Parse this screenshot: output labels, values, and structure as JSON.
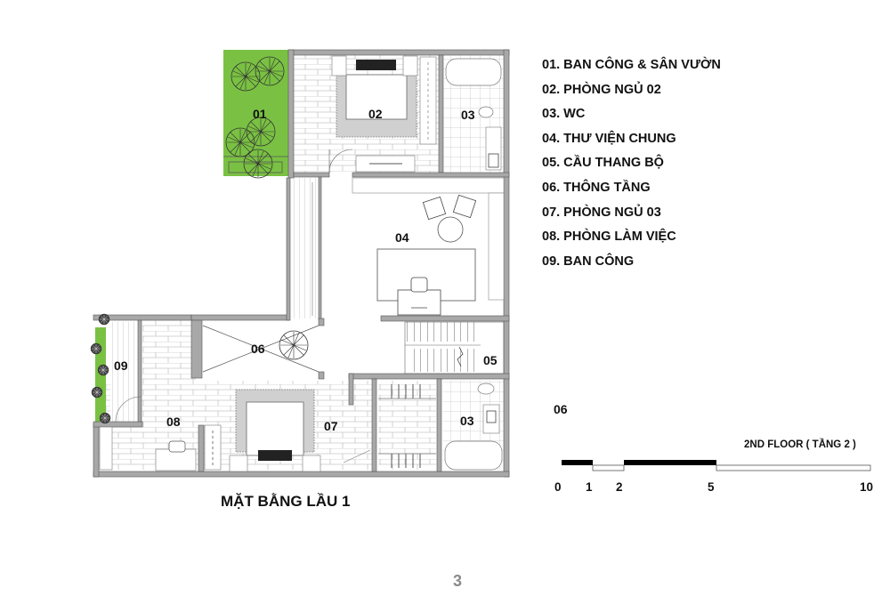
{
  "legend": {
    "items": [
      "01. BAN CÔNG & SÂN VƯỜN",
      "02. PHÒNG NGỦ 02",
      "03. WC",
      "04. THƯ VIỆN CHUNG",
      "05. CẦU THANG BỘ",
      "06. THÔNG TẦNG",
      "07. PHÒNG NGỦ 03",
      "08. PHÒNG LÀM VIỆC",
      "09. BAN CÔNG"
    ]
  },
  "plan": {
    "title": "MẶT BẰNG LẦU 1",
    "rooms": {
      "r01": "01",
      "r02": "02",
      "r03a": "03",
      "r04": "04",
      "r05": "05",
      "r06": "06",
      "r07": "07",
      "r08": "08",
      "r09": "09",
      "r03b": "03"
    },
    "colors": {
      "wall": "#a8a8a8",
      "garden": "#7ac143",
      "tile_line": "#bdbdbd",
      "rug": "#d0d0d0"
    }
  },
  "section_label": "06",
  "scale_bar": {
    "caption": "2ND FLOOR ( TẦNG 2 )",
    "ticks": [
      "0",
      "1",
      "2",
      "5",
      "10"
    ]
  },
  "page_number": "3"
}
